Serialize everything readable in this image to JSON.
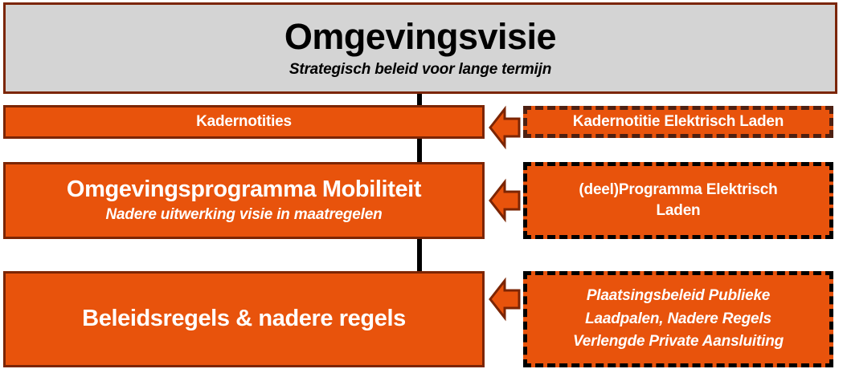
{
  "diagram": {
    "title_block": {
      "title": "Omgevingsvisie",
      "subtitle": "Strategisch beleid voor lange termijn"
    },
    "levels": [
      {
        "left": {
          "title": "Kadernotities",
          "subtitle": ""
        },
        "right": {
          "text": "Kadernotitie Elektrisch Laden"
        },
        "arrow": "left-arrow-icon"
      },
      {
        "left": {
          "title": "Omgevingsprogramma Mobiliteit",
          "subtitle": "Nadere uitwerking visie in maatregelen"
        },
        "right": {
          "line1": "(deel)Programma Elektrisch",
          "line2": "Laden"
        },
        "arrow": "left-arrow-icon"
      },
      {
        "left": {
          "title": "Beleidsregels & nadere regels",
          "subtitle": ""
        },
        "right": {
          "line1": "Plaatsingsbeleid Publieke",
          "line2": "Laadpalen, Nadere Regels",
          "line3": "Verlengde Private Aansluiting"
        },
        "arrow": "left-arrow-icon"
      }
    ],
    "colors": {
      "orange": "#e8530c",
      "dark_brown": "#7b2504",
      "header_gray": "#d4d4d4",
      "black": "#000000",
      "white": "#ffffff"
    }
  }
}
